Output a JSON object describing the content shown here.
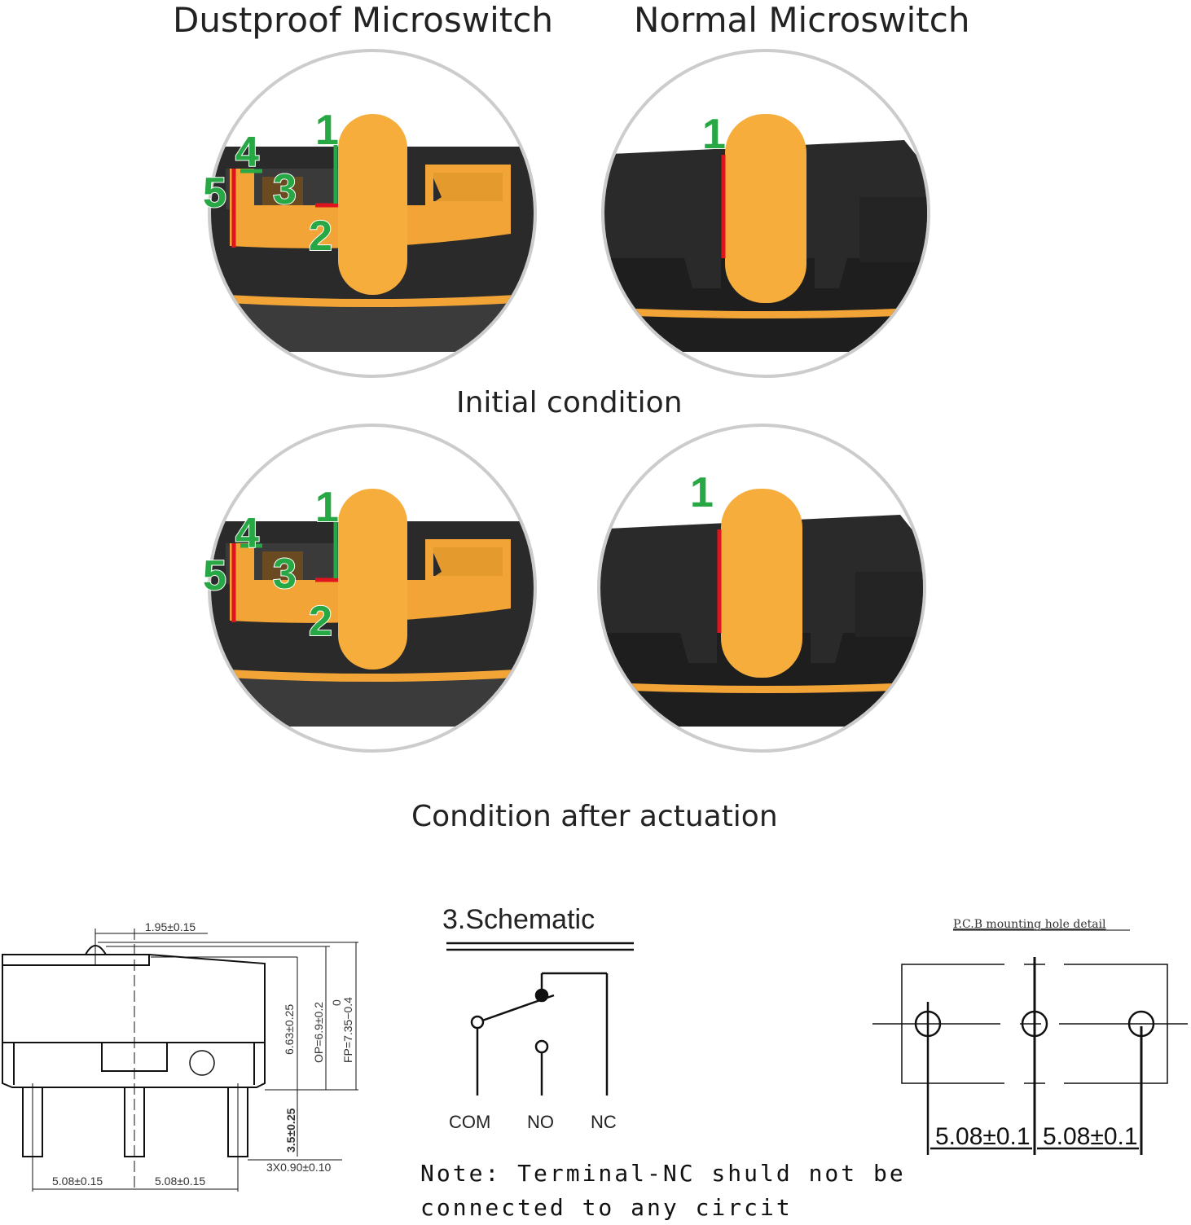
{
  "titles": {
    "dustproof": "Dustproof Microswitch",
    "normal": "Normal Microswitch"
  },
  "conditions": {
    "initial": "Initial condition",
    "after": "Condition after actuation"
  },
  "markers": {
    "m1": "1",
    "m2": "2",
    "m3": "3",
    "m4": "4",
    "m5": "5"
  },
  "colors": {
    "orange": "#f2a536",
    "dark": "#2a2a2a",
    "green": "#27a844",
    "red": "#e0141e"
  },
  "drawing": {
    "d_top": "1.95±0.15",
    "d_height": "6.63±0.25",
    "d_op": "OP=6.9±0.2",
    "d_zero": "0",
    "d_fp": "FP=7.35−0.4",
    "d_pin": "3.5±0.25",
    "d_pinw": "3X0.90±0.10",
    "d_pitch1": "5.08±0.15",
    "d_pitch2": "5.08±0.15"
  },
  "schematic": {
    "title": "3.Schematic",
    "com": "COM",
    "no": "NO",
    "nc": "NC",
    "note_line1": "Note: Terminal-NC shuld not be",
    "note_line2": "connected to any circit"
  },
  "pcb": {
    "title": "P.C.B mounting hole detail",
    "pitch1": "5.08±0.1",
    "pitch2": "5.08±0.1"
  }
}
